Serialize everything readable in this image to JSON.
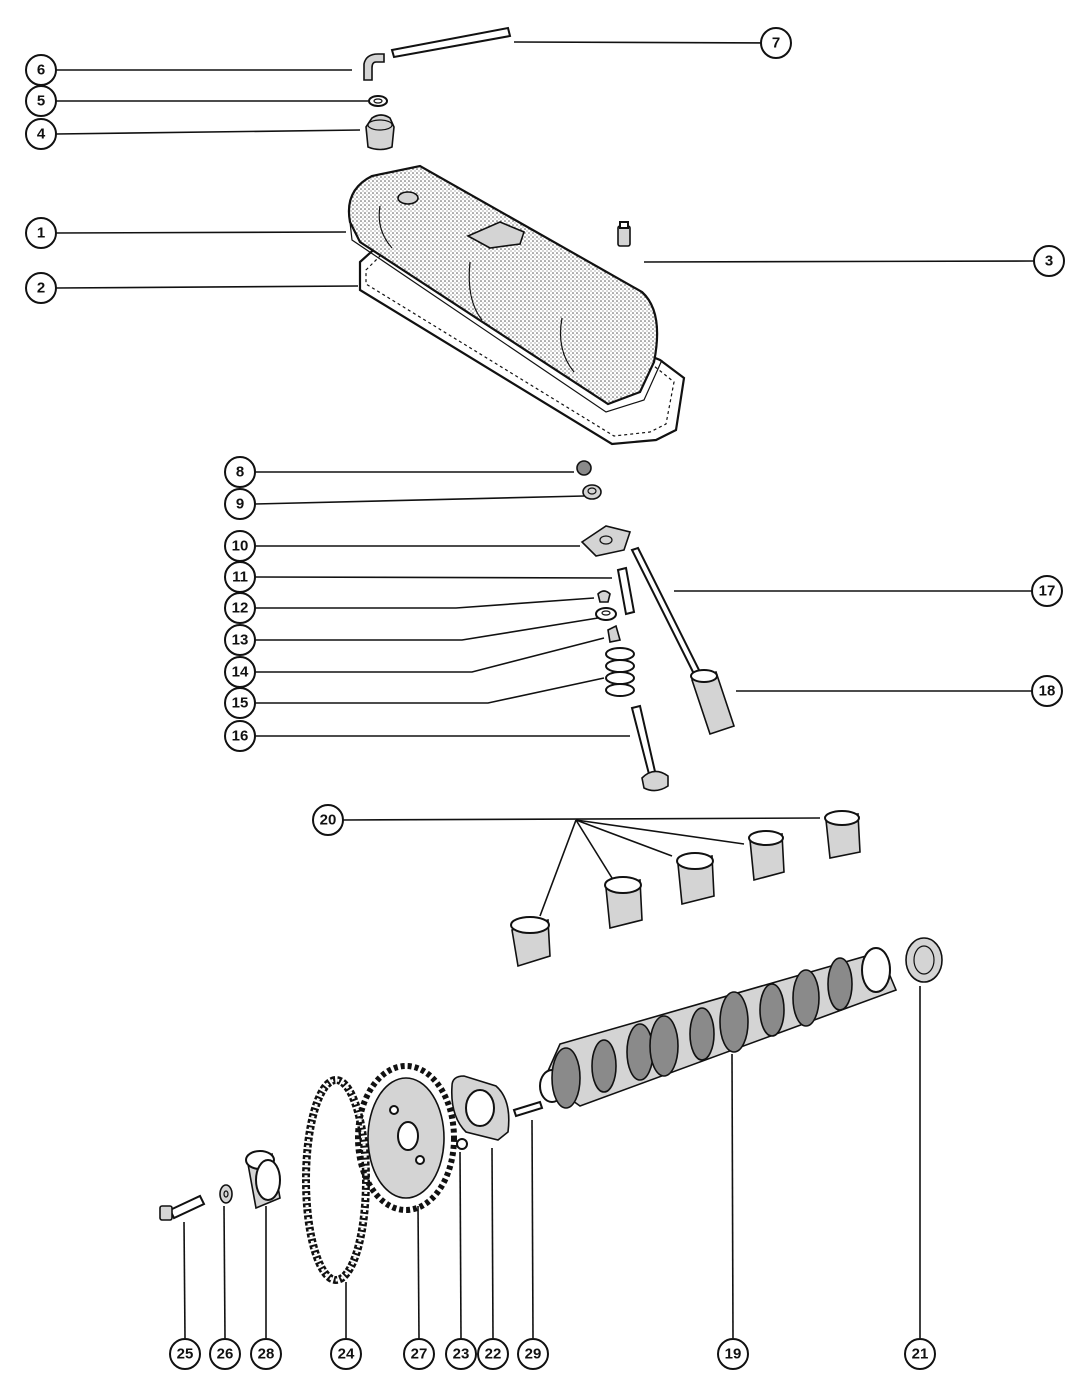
{
  "callouts": [
    "1",
    "2",
    "3",
    "4",
    "5",
    "6",
    "7",
    "8",
    "9",
    "10",
    "11",
    "12",
    "13",
    "14",
    "15",
    "16",
    "17",
    "18",
    "19",
    "20",
    "21",
    "22",
    "23",
    "24",
    "25",
    "26",
    "27",
    "28",
    "29"
  ],
  "colors": {
    "ink": "#111111",
    "paper": "#ffffff",
    "shade": "#d4d4d4"
  }
}
